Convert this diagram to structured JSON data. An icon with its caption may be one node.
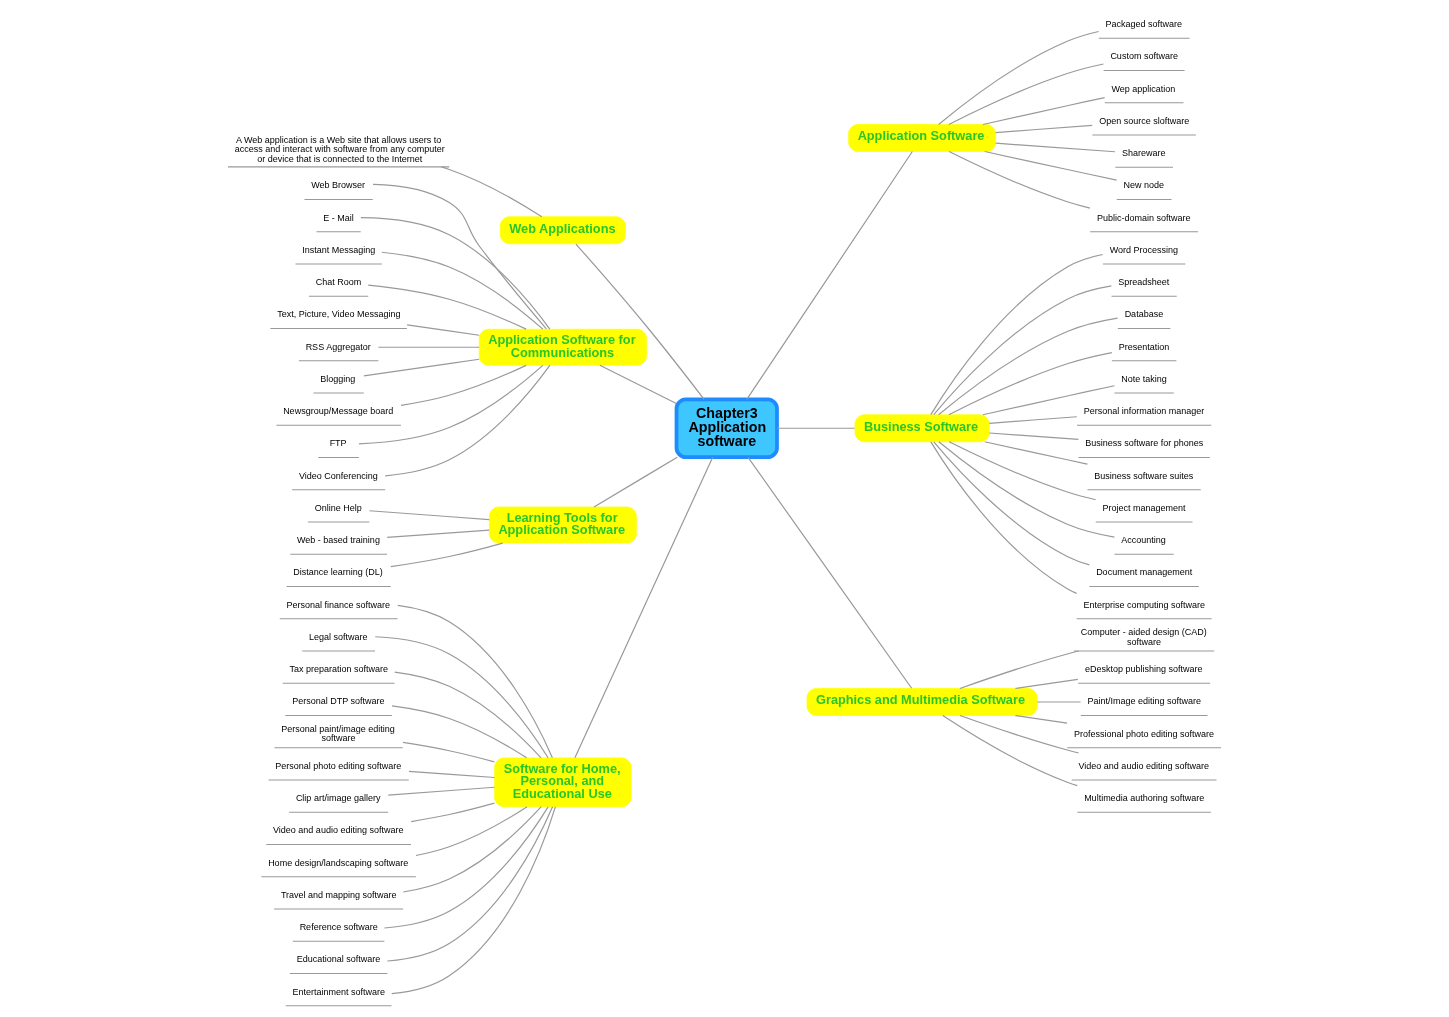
{
  "diagram": {
    "nodes": [
      {
        "text": [
          "Chapter3 Application software"
        ]
      },
      {
        "text": [
          "Application Software"
        ]
      },
      {
        "text": [
          "Packaged software"
        ]
      },
      {
        "text": [
          "Custom software"
        ]
      },
      {
        "text": [
          "Wep application"
        ]
      },
      {
        "text": [
          "Open source sloftware"
        ]
      },
      {
        "text": [
          "Shareware"
        ]
      },
      {
        "text": [
          "New node"
        ]
      },
      {
        "text": [
          "Public-domain software"
        ]
      },
      {
        "text": [
          "Business Software"
        ]
      },
      {
        "text": [
          "Word Processing"
        ]
      },
      {
        "text": [
          "Spreadsheet"
        ]
      },
      {
        "text": [
          "Database"
        ]
      },
      {
        "text": [
          "Presentation"
        ]
      },
      {
        "text": [
          "Note taking"
        ]
      },
      {
        "text": [
          "Personal information manager"
        ]
      },
      {
        "text": [
          "Business software for phones"
        ]
      },
      {
        "text": [
          "Business software suites"
        ]
      },
      {
        "text": [
          "Project management"
        ]
      },
      {
        "text": [
          "Accounting"
        ]
      },
      {
        "text": [
          "Document management"
        ]
      },
      {
        "text": [
          "Enterprise computing software"
        ]
      },
      {
        "text": [
          "Graphics and Multimedia Software"
        ]
      },
      {
        "text": [
          "Computer - aided design (CAD) software"
        ]
      },
      {
        "text": [
          "eDesktop publishing software"
        ]
      },
      {
        "text": [
          "Paint/Image editing software"
        ]
      },
      {
        "text": [
          "Professional photo editing software"
        ]
      },
      {
        "text": [
          "Video and audio editing software"
        ]
      },
      {
        "text": [
          "Multimedia authoring software"
        ]
      },
      {
        "text": [
          "Learning Tools for Application Software"
        ]
      },
      {
        "text": [
          "Online Help"
        ]
      },
      {
        "text": [
          "Web - based training"
        ]
      },
      {
        "text": [
          "Distance learning (DL)"
        ]
      },
      {
        "text": [
          "Application Software for Communications"
        ]
      },
      {
        "text": [
          "Web Browser"
        ]
      },
      {
        "text": [
          "E - Mail"
        ]
      },
      {
        "text": [
          "Instant Messaging"
        ]
      },
      {
        "text": [
          "Chat Room"
        ]
      },
      {
        "text": [
          "Text, Picture, Video Messaging"
        ]
      },
      {
        "text": [
          "RSS Aggregator"
        ]
      },
      {
        "text": [
          "Blogging"
        ]
      },
      {
        "text": [
          "Newsgroup/Message board"
        ]
      },
      {
        "text": [
          "FTP"
        ]
      },
      {
        "text": [
          "Video Conferencing"
        ]
      },
      {
        "text": [
          "Web Applications"
        ]
      },
      {
        "text": [
          "A Web application is a Web site that allows users to access and interact with software from any computer or device that is connected to the Internet"
        ]
      },
      {
        "text": [
          "Software for Home, Personal, and Educational Use"
        ]
      },
      {
        "text": [
          "Personal finance software"
        ]
      },
      {
        "text": [
          "Legal software"
        ]
      },
      {
        "text": [
          "Tax preparation software"
        ]
      },
      {
        "text": [
          "Personal DTP software"
        ]
      },
      {
        "text": [
          "Personal paint/image editing software"
        ]
      },
      {
        "text": [
          "Personal photo editing software"
        ]
      },
      {
        "text": [
          "Clip art/image gallery"
        ]
      },
      {
        "text": [
          "Video and audio editing software"
        ]
      },
      {
        "text": [
          "Home design/landscaping software"
        ]
      },
      {
        "text": [
          "Travel and mapping software"
        ]
      },
      {
        "text": [
          "Reference software"
        ]
      },
      {
        "text": [
          "Educational software"
        ]
      },
      {
        "text": [
          "Entertainment software"
        ]
      }
    ],
    "edges": [
      {
        "from": 0,
        "to": 1,
        "arrow": "none"
      },
      {
        "from": 1,
        "to": 2,
        "arrow": "none"
      },
      {
        "from": 1,
        "to": 3,
        "arrow": "none"
      },
      {
        "from": 1,
        "to": 4,
        "arrow": "none"
      },
      {
        "from": 1,
        "to": 5,
        "arrow": "none"
      },
      {
        "from": 1,
        "to": 6,
        "arrow": "none"
      },
      {
        "from": 1,
        "to": 7,
        "arrow": "none"
      },
      {
        "from": 1,
        "to": 8,
        "arrow": "none"
      },
      {
        "from": 0,
        "to": 9,
        "arrow": "none"
      },
      {
        "from": 9,
        "to": 10,
        "arrow": "none"
      },
      {
        "from": 9,
        "to": 11,
        "arrow": "none"
      },
      {
        "from": 9,
        "to": 12,
        "arrow": "none"
      },
      {
        "from": 9,
        "to": 13,
        "arrow": "none"
      },
      {
        "from": 9,
        "to": 14,
        "arrow": "none"
      },
      {
        "from": 9,
        "to": 15,
        "arrow": "none"
      },
      {
        "from": 9,
        "to": 16,
        "arrow": "none"
      },
      {
        "from": 9,
        "to": 17,
        "arrow": "none"
      },
      {
        "from": 9,
        "to": 18,
        "arrow": "none"
      },
      {
        "from": 9,
        "to": 19,
        "arrow": "none"
      },
      {
        "from": 9,
        "to": 20,
        "arrow": "none"
      },
      {
        "from": 9,
        "to": 21,
        "arrow": "none"
      },
      {
        "from": 0,
        "to": 22,
        "arrow": "none"
      },
      {
        "from": 22,
        "to": 23,
        "arrow": "none"
      },
      {
        "from": 22,
        "to": 24,
        "arrow": "none"
      },
      {
        "from": 22,
        "to": 25,
        "arrow": "none"
      },
      {
        "from": 22,
        "to": 26,
        "arrow": "none"
      },
      {
        "from": 22,
        "to": 27,
        "arrow": "none"
      },
      {
        "from": 22,
        "to": 28,
        "arrow": "none"
      },
      {
        "from": 29,
        "to": 0,
        "arrow": "none"
      },
      {
        "from": 30,
        "to": 29,
        "arrow": "none"
      },
      {
        "from": 31,
        "to": 29,
        "arrow": "none"
      },
      {
        "from": 32,
        "to": 29,
        "arrow": "none"
      },
      {
        "from": 33,
        "to": 0,
        "arrow": "none"
      },
      {
        "from": 34,
        "to": 33,
        "arrow": "none"
      },
      {
        "from": 35,
        "to": 33,
        "arrow": "none"
      },
      {
        "from": 36,
        "to": 33,
        "arrow": "none"
      },
      {
        "from": 37,
        "to": 33,
        "arrow": "none"
      },
      {
        "from": 38,
        "to": 33,
        "arrow": "none"
      },
      {
        "from": 39,
        "to": 33,
        "arrow": "none"
      },
      {
        "from": 40,
        "to": 33,
        "arrow": "none"
      },
      {
        "from": 41,
        "to": 33,
        "arrow": "none"
      },
      {
        "from": 42,
        "to": 33,
        "arrow": "none"
      },
      {
        "from": 43,
        "to": 33,
        "arrow": "none"
      },
      {
        "from": 44,
        "to": 0,
        "arrow": "none"
      },
      {
        "from": 45,
        "to": 44,
        "arrow": "none"
      },
      {
        "from": 46,
        "to": 0,
        "arrow": "none"
      },
      {
        "from": 47,
        "to": 46,
        "arrow": "none"
      },
      {
        "from": 48,
        "to": 46,
        "arrow": "none"
      },
      {
        "from": 49,
        "to": 46,
        "arrow": "none"
      },
      {
        "from": 50,
        "to": 46,
        "arrow": "none"
      },
      {
        "from": 51,
        "to": 46,
        "arrow": "none"
      },
      {
        "from": 52,
        "to": 46,
        "arrow": "none"
      },
      {
        "from": 53,
        "to": 46,
        "arrow": "none"
      },
      {
        "from": 54,
        "to": 46,
        "arrow": "none"
      },
      {
        "from": 55,
        "to": 46,
        "arrow": "none"
      },
      {
        "from": 56,
        "to": 46,
        "arrow": "none"
      },
      {
        "from": 57,
        "to": 46,
        "arrow": "none"
      },
      {
        "from": 58,
        "to": 46,
        "arrow": "none"
      },
      {
        "from": 59,
        "to": 46,
        "arrow": "none"
      }
    ]
  }
}
